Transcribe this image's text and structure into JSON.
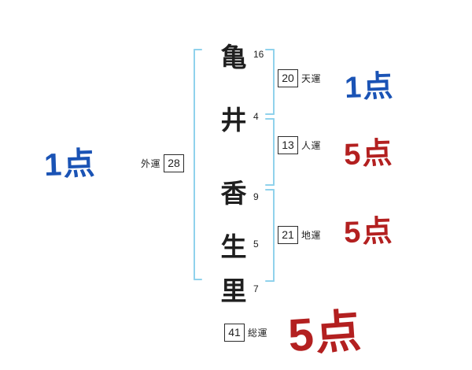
{
  "colors": {
    "good": "#1a53b5",
    "bad": "#b32020",
    "bracket": "#90d2ec",
    "ink": "#1f1f1f"
  },
  "chart": {
    "characters": [
      {
        "char": "亀",
        "strokes": "16"
      },
      {
        "char": "井",
        "strokes": "4"
      },
      {
        "char": "香",
        "strokes": "9"
      },
      {
        "char": "生",
        "strokes": "5"
      },
      {
        "char": "里",
        "strokes": "7"
      }
    ],
    "ten_un": {
      "label": "天運",
      "value": "20",
      "score": "1点"
    },
    "jin_un": {
      "label": "人運",
      "value": "13",
      "score": "5点"
    },
    "chi_un": {
      "label": "地運",
      "value": "21",
      "score": "5点"
    },
    "gai_un": {
      "label": "外運",
      "value": "28",
      "score": "1点"
    },
    "sou_un": {
      "label": "総運",
      "value": "41",
      "score": "5点"
    }
  }
}
